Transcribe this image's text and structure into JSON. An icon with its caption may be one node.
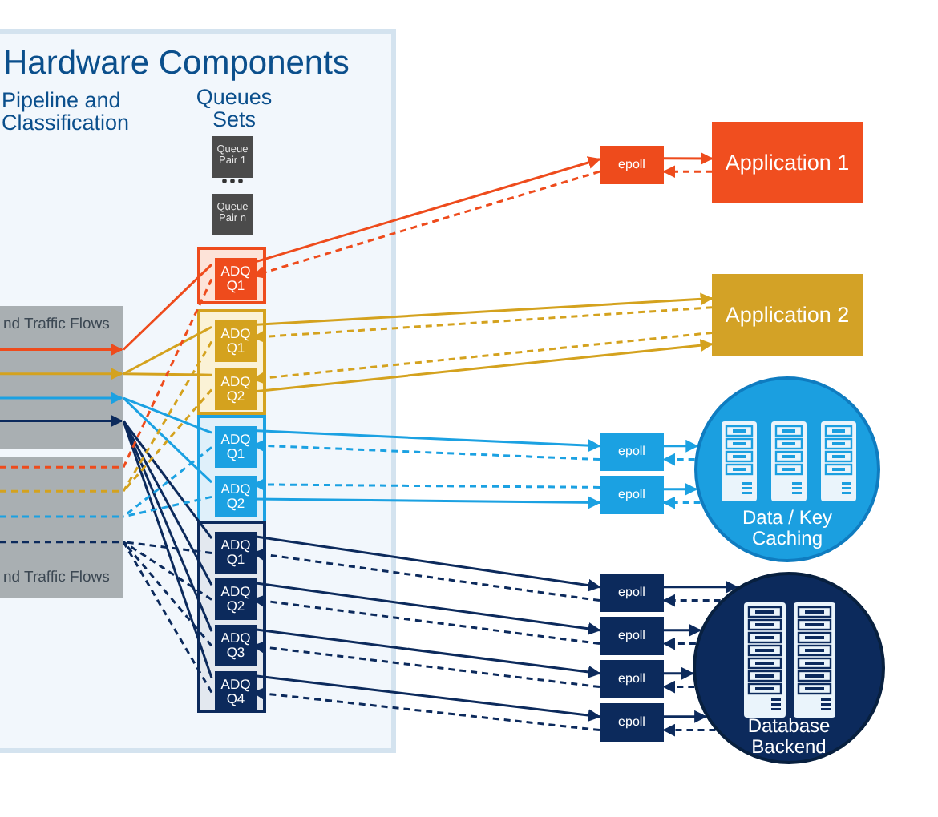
{
  "diagram": {
    "nodes": [
      {
        "text": [
          "Hardware Components"
        ]
      },
      {
        "text": [
          "nd Traffic Flows"
        ],
        "in": 0
      },
      {
        "text": [
          "nd Traffic Flows"
        ],
        "in": 0
      },
      {
        "text": [
          "Queue Pair 1"
        ],
        "in": 0
      },
      {
        "text": [
          "Queue Pair n"
        ],
        "in": 0
      },
      {
        "text": [],
        "shape": "box",
        "in": 0
      },
      {
        "text": [
          "ADQ Q1"
        ],
        "in": 5
      },
      {
        "text": [],
        "shape": "box",
        "in": 0
      },
      {
        "text": [
          "ADQ Q1"
        ],
        "in": 7
      },
      {
        "text": [
          "ADQ Q2"
        ],
        "in": 7
      },
      {
        "text": [],
        "shape": "box",
        "in": 0
      },
      {
        "text": [
          "ADQ Q1"
        ],
        "in": 10
      },
      {
        "text": [
          "ADQ Q2"
        ],
        "in": 10
      },
      {
        "text": [],
        "shape": "box",
        "in": 0
      },
      {
        "text": [
          "ADQ Q1"
        ],
        "in": 13
      },
      {
        "text": [
          "ADQ Q2"
        ],
        "in": 13
      },
      {
        "text": [
          "ADQ Q3"
        ],
        "in": 13
      },
      {
        "text": [
          "ADQ Q4"
        ],
        "in": 13
      },
      {
        "text": [
          "epoll"
        ]
      },
      {
        "text": [
          "Application 1"
        ]
      },
      {
        "text": [
          "Application 2"
        ]
      },
      {
        "text": [
          "epoll"
        ]
      },
      {
        "text": [
          "epoll"
        ]
      },
      {
        "text": [
          "Data / Key Caching"
        ]
      },
      {
        "text": [
          "epoll"
        ]
      },
      {
        "text": [
          "epoll"
        ]
      },
      {
        "text": [
          "epoll"
        ]
      },
      {
        "text": [
          "epoll"
        ]
      },
      {
        "text": [
          "Database Backend"
        ]
      }
    ],
    "edges": [
      {
        "from": 1,
        "to": 6,
        "arrow": "none",
        "color": "#ee4b1c"
      },
      {
        "from": 1,
        "to": 8,
        "arrow": "none",
        "color": "#d4a21e"
      },
      {
        "from": 1,
        "to": 9,
        "arrow": "none",
        "color": "#d4a21e"
      },
      {
        "from": 1,
        "to": 11,
        "arrow": "none",
        "color": "#1ba1e2"
      },
      {
        "from": 1,
        "to": 12,
        "arrow": "none",
        "color": "#1ba1e2"
      },
      {
        "from": 1,
        "to": 14,
        "arrow": "none"
      },
      {
        "from": 1,
        "to": 15,
        "arrow": "none"
      },
      {
        "from": 1,
        "to": 16,
        "arrow": "none"
      },
      {
        "from": 1,
        "to": 17,
        "arrow": "none"
      },
      {
        "from": 6,
        "to": 2,
        "arrow": "none",
        "style": "dashed",
        "color": "#ee4b1c"
      },
      {
        "from": 8,
        "to": 2,
        "arrow": "none",
        "style": "dashed",
        "color": "#d4a21e"
      },
      {
        "from": 9,
        "to": 2,
        "arrow": "none",
        "style": "dashed",
        "color": "#d4a21e"
      },
      {
        "from": 11,
        "to": 2,
        "arrow": "none",
        "style": "dashed",
        "color": "#1ba1e2"
      },
      {
        "from": 12,
        "to": 2,
        "arrow": "none",
        "style": "dashed",
        "color": "#1ba1e2"
      },
      {
        "from": 14,
        "to": 2,
        "arrow": "none",
        "style": "dashed"
      },
      {
        "from": 15,
        "to": 2,
        "arrow": "none",
        "style": "dashed"
      },
      {
        "from": 16,
        "to": 2,
        "arrow": "none",
        "style": "dashed"
      },
      {
        "from": 17,
        "to": 2,
        "arrow": "none",
        "style": "dashed"
      },
      {
        "from": 6,
        "to": 18,
        "arrow": "to",
        "color": "#ee4b1c"
      },
      {
        "from": 18,
        "to": 6,
        "arrow": "to",
        "style": "dashed",
        "color": "#ee4b1c"
      },
      {
        "from": 18,
        "to": 19,
        "arrow": "to",
        "color": "#ee4b1c"
      },
      {
        "from": 19,
        "to": 18,
        "arrow": "to",
        "style": "dashed",
        "color": "#ee4b1c"
      },
      {
        "from": 8,
        "to": 20,
        "arrow": "to",
        "color": "#d4a21e"
      },
      {
        "from": 20,
        "to": 8,
        "arrow": "to",
        "style": "dashed",
        "color": "#d4a21e"
      },
      {
        "from": 20,
        "to": 9,
        "arrow": "to",
        "style": "dashed",
        "color": "#d4a21e"
      },
      {
        "from": 9,
        "to": 20,
        "arrow": "to",
        "color": "#d4a21e"
      },
      {
        "from": 11,
        "to": 21,
        "arrow": "to",
        "color": "#1ba1e2"
      },
      {
        "from": 21,
        "to": 11,
        "arrow": "to",
        "style": "dashed",
        "color": "#1ba1e2"
      },
      {
        "from": 22,
        "to": 12,
        "arrow": "to",
        "style": "dashed",
        "color": "#1ba1e2"
      },
      {
        "from": 12,
        "to": 22,
        "arrow": "to",
        "color": "#1ba1e2"
      },
      {
        "from": 21,
        "to": 23,
        "arrow": "to",
        "color": "#1ba1e2"
      },
      {
        "from": 23,
        "to": 21,
        "arrow": "to",
        "style": "dashed",
        "color": "#1ba1e2"
      },
      {
        "from": 22,
        "to": 23,
        "arrow": "to",
        "color": "#1ba1e2"
      },
      {
        "from": 23,
        "to": 22,
        "arrow": "to",
        "style": "dashed",
        "color": "#1ba1e2"
      },
      {
        "from": 14,
        "to": 24,
        "arrow": "to"
      },
      {
        "from": 24,
        "to": 14,
        "arrow": "to",
        "style": "dashed"
      },
      {
        "from": 15,
        "to": 25,
        "arrow": "to"
      },
      {
        "from": 25,
        "to": 15,
        "arrow": "to",
        "style": "dashed"
      },
      {
        "from": 16,
        "to": 26,
        "arrow": "to"
      },
      {
        "from": 26,
        "to": 16,
        "arrow": "to",
        "style": "dashed"
      },
      {
        "from": 17,
        "to": 27,
        "arrow": "to"
      },
      {
        "from": 27,
        "to": 17,
        "arrow": "to",
        "style": "dashed"
      },
      {
        "from": 24,
        "to": 28,
        "arrow": "to"
      },
      {
        "from": 28,
        "to": 24,
        "arrow": "to",
        "style": "dashed"
      },
      {
        "from": 25,
        "to": 28,
        "arrow": "to"
      },
      {
        "from": 28,
        "to": 25,
        "arrow": "to",
        "style": "dashed"
      },
      {
        "from": 26,
        "to": 28,
        "arrow": "to"
      },
      {
        "from": 28,
        "to": 26,
        "arrow": "to",
        "style": "dashed"
      },
      {
        "from": 27,
        "to": 28,
        "arrow": "to"
      },
      {
        "from": 28,
        "to": 27,
        "arrow": "to",
        "style": "dashed"
      }
    ],
    "labels": [
      "Pipeline and Classification",
      "Queues Sets"
    ]
  }
}
